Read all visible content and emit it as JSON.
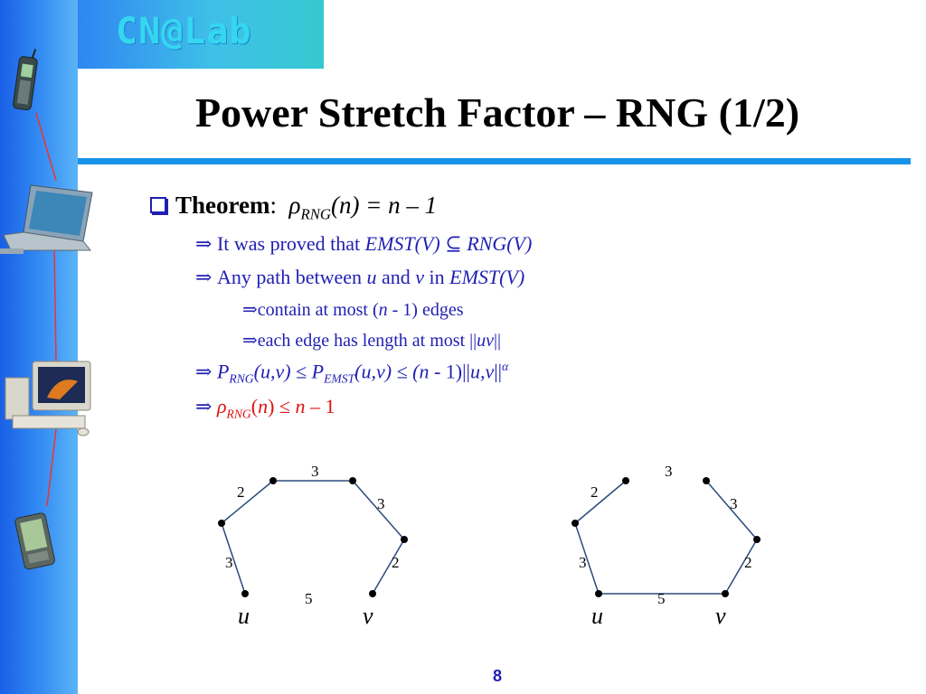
{
  "logo": {
    "text": "CN@Lab"
  },
  "slide": {
    "title": "Power Stretch Factor – RNG (1/2)",
    "page_number": "8"
  },
  "bullets": {
    "theorem_label": "Theorem",
    "theorem_colon": ":",
    "theorem_formula_rho": "ρ",
    "theorem_formula_sub": "RNG",
    "theorem_formula_rest": "(n) = n – 1",
    "arrow": "⇒",
    "b1_text": "It was proved that ",
    "b1_math1": "EMST",
    "b1_math2": "(V)",
    "b1_subset": " ⊆ ",
    "b1_math3": "RNG",
    "b1_math4": "(V)",
    "b2_text1": "Any path between ",
    "b2_u": "u",
    "b2_and": " and ",
    "b2_v": "v",
    "b2_in": " in ",
    "b2_math": "EMST",
    "b2_math2": "(V)",
    "b3_text1": "contain at most (",
    "b3_n": "n",
    "b3_text2": " - 1) edges",
    "b4_text1": "each edge has length at most ||",
    "b4_uv": "uv",
    "b4_text2": "||",
    "b5_p": "P",
    "b5_sub1": "RNG",
    "b5_mid1": "(u,v) ≤ ",
    "b5_p2": "P",
    "b5_sub2": "EMST",
    "b5_mid2": "(u,v) ≤ (",
    "b5_n": "n",
    "b5_mid3": " - 1)||",
    "b5_uv": "u,v",
    "b5_end": "||",
    "b5_sup": "α",
    "b6_rho": "ρ",
    "b6_sub": "RNG",
    "b6_rest1": "(",
    "b6_n1": "n",
    "b6_rest2": ") ≤ ",
    "b6_n2": "n",
    "b6_rest3": " – 1"
  },
  "graphs": [
    {
      "edge_labels": [
        "2",
        "3",
        "3",
        "3",
        "2",
        "5"
      ],
      "node_labels": [
        "u",
        "v"
      ]
    },
    {
      "edge_labels": [
        "2",
        "3",
        "3",
        "3",
        "2",
        "5"
      ],
      "node_labels": [
        "u",
        "v"
      ]
    }
  ],
  "colors": {
    "sidebar": "#1a5fe6",
    "logo_panel": "#3fc0e8",
    "rule": "#1793e8",
    "text_blue": "#1f1fb4",
    "text_red": "#e01010",
    "edge": "#2a4b7c"
  },
  "icons": [
    "mobile-phone-icon",
    "laptop-icon",
    "desktop-computer-icon",
    "pda-icon"
  ]
}
